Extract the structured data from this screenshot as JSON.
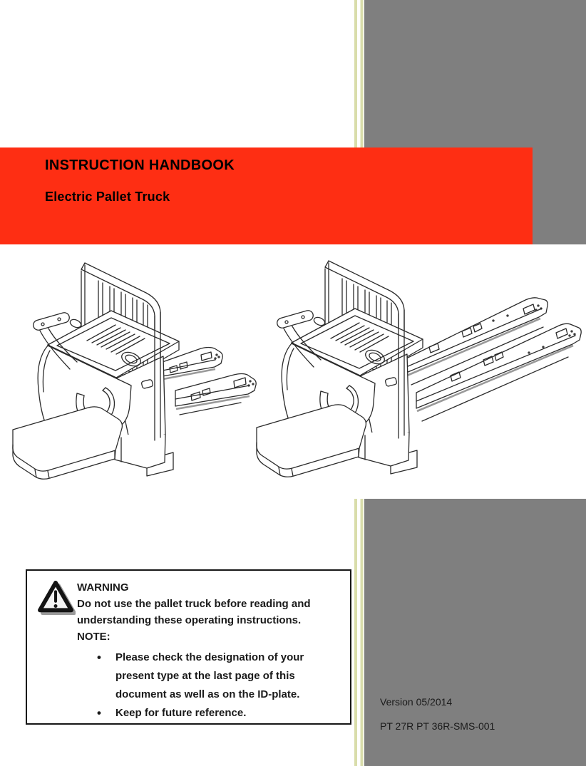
{
  "theme": {
    "page_bg": "#ffffff",
    "banner_bg": "#fe2e13",
    "banner_text": "#000000",
    "panel_gray": "#7f7f7f",
    "stripe_olive": "#d9ddab",
    "ink": "#1a1a1a"
  },
  "banner": {
    "title": "INSTRUCTION HANDBOOK",
    "subtitle": "Electric Pallet Truck"
  },
  "illustrations": {
    "left": "pallet-truck-short-forks",
    "right": "pallet-truck-long-forks"
  },
  "warning_box": {
    "title": "WARNING",
    "body": "Do not use the pallet truck before reading and understanding these operating instructions.",
    "note_label": "NOTE:",
    "bullets": [
      "Please check the designation of your present type at the last page of this document as well as on the ID-plate.",
      "Keep for future reference."
    ]
  },
  "footer": {
    "version": "Version 05/2014",
    "document_code": "PT 27R PT 36R-SMS-001"
  }
}
